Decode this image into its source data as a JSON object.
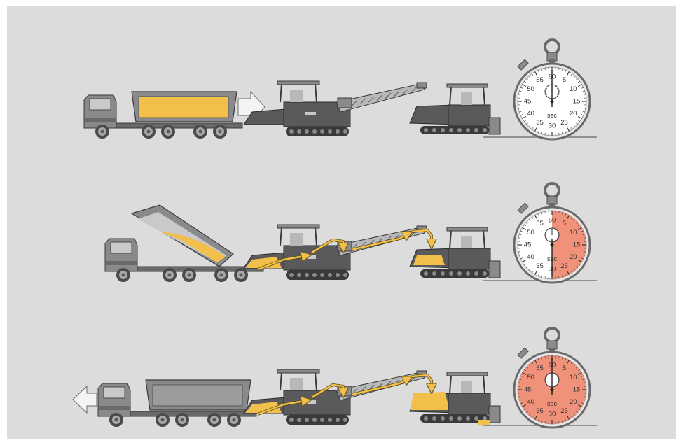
{
  "colors": {
    "background": "#dcdcdd",
    "frame": "#ffffff",
    "material": "#f2c04a",
    "machine_dark": "#5a5a5c",
    "machine_mid": "#8a8a8c",
    "machine_light": "#b8b8ba",
    "elapsed_time": "#f0917a"
  },
  "stopwatch": {
    "unit_label": "sec",
    "numbers": [
      "60",
      "5",
      "10",
      "15",
      "20",
      "25",
      "30",
      "35",
      "40",
      "45",
      "50",
      "55"
    ]
  },
  "stages": [
    {
      "truck_state": "loaded-arriving",
      "truck_direction": "right",
      "elapsed_fraction": 0.0,
      "flow_arrows": false
    },
    {
      "truck_state": "dumping",
      "truck_direction": "none",
      "elapsed_fraction": 0.5,
      "flow_arrows": true
    },
    {
      "truck_state": "empty-leaving",
      "truck_direction": "left",
      "elapsed_fraction": 1.0,
      "flow_arrows": true
    }
  ]
}
